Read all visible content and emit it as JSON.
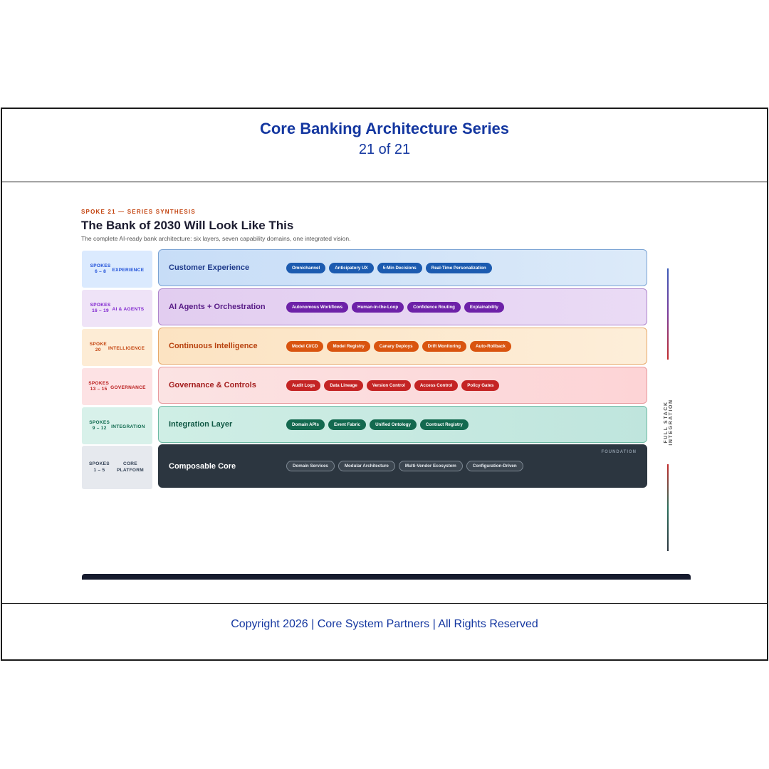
{
  "header": {
    "title": "Core Banking Architecture Series",
    "subtitle": "21 of 21"
  },
  "slide": {
    "kicker": "SPOKE 21 — SERIES SYNTHESIS",
    "title": "The Bank of 2030 Will Look Like This",
    "subtitle": "The complete AI-ready bank architecture: six layers, seven capability domains, one integrated vision.",
    "side_label": "FULL STACK INTEGRATION",
    "foundation_label": "FOUNDATION"
  },
  "layers": [
    {
      "spoke_word": "SPOKES",
      "spoke_range": "6 – 8",
      "domain": "EXPERIENCE",
      "name": "Customer Experience",
      "pills": [
        "Omnichannel",
        "Anticipatory UX",
        "5-Min Decisions",
        "Real-Time Personalization"
      ],
      "colors": {
        "tag_bg": "#dbeafe",
        "tag_fg": "#1d4ed8",
        "bg_from": "#c7ddf7",
        "bg_to": "#dceaf9",
        "border": "#7aa3d4",
        "title": "#1e3a8a",
        "pill": "#1c5bb0"
      }
    },
    {
      "spoke_word": "SPOKES",
      "spoke_range": "16 – 19",
      "domain": "AI & AGENTS",
      "name": "AI Agents + Orchestration",
      "pills": [
        "Autonomous Workflows",
        "Human-in-the-Loop",
        "Confidence Routing",
        "Explainability"
      ],
      "colors": {
        "tag_bg": "#efe3f7",
        "tag_fg": "#7e22ce",
        "bg_from": "#e2cdf0",
        "bg_to": "#eadbf5",
        "border": "#ae85cc",
        "title": "#581c87",
        "pill": "#6d21a8"
      }
    },
    {
      "spoke_word": "SPOKE",
      "spoke_range": "20",
      "domain": "INTELLIGENCE",
      "name": "Continuous Intelligence",
      "pills": [
        "Model CI/CD",
        "Model Registry",
        "Canary Deploys",
        "Drift Monitoring",
        "Auto-Rollback"
      ],
      "colors": {
        "tag_bg": "#fdecd5",
        "tag_fg": "#c2410c",
        "bg_from": "#fce3c2",
        "bg_to": "#fdeed9",
        "border": "#e7a96a",
        "title": "#b8420f",
        "pill": "#d9540f"
      }
    },
    {
      "spoke_word": "SPOKES",
      "spoke_range": "13 – 15",
      "domain": "GOVERNANCE",
      "name": "Governance & Controls",
      "pills": [
        "Audit Logs",
        "Data Lineage",
        "Version Control",
        "Access Control",
        "Policy Gates"
      ],
      "colors": {
        "tag_bg": "#fde2e4",
        "tag_fg": "#b91c1c",
        "bg_from": "#fbe3e3",
        "bg_to": "#fdd4d6",
        "border": "#e89a9e",
        "title": "#a31c1c",
        "pill": "#c42424"
      }
    },
    {
      "spoke_word": "SPOKES",
      "spoke_range": "9 – 12",
      "domain": "INTEGRATION",
      "name": "Integration Layer",
      "pills": [
        "Domain APIs",
        "Event Fabric",
        "Unified Ontology",
        "Contract Registry"
      ],
      "colors": {
        "tag_bg": "#d8f1ea",
        "tag_fg": "#0f6a4f",
        "bg_from": "#cfeee5",
        "bg_to": "#bfe5dd",
        "border": "#6fbaa4",
        "title": "#0f5743",
        "pill": "#13694f"
      }
    }
  ],
  "core": {
    "spoke_word": "SPOKES",
    "spoke_range": "1 – 5",
    "domain_line1": "CORE",
    "domain_line2": "PLATFORM",
    "name": "Composable Core",
    "pills": [
      "Domain Services",
      "Modular Architecture",
      "Multi-Vendor Ecosystem",
      "Configuration-Driven"
    ]
  },
  "footer": {
    "copyright": "Copyright 2026 | Core System Partners | All Rights Reserved"
  }
}
